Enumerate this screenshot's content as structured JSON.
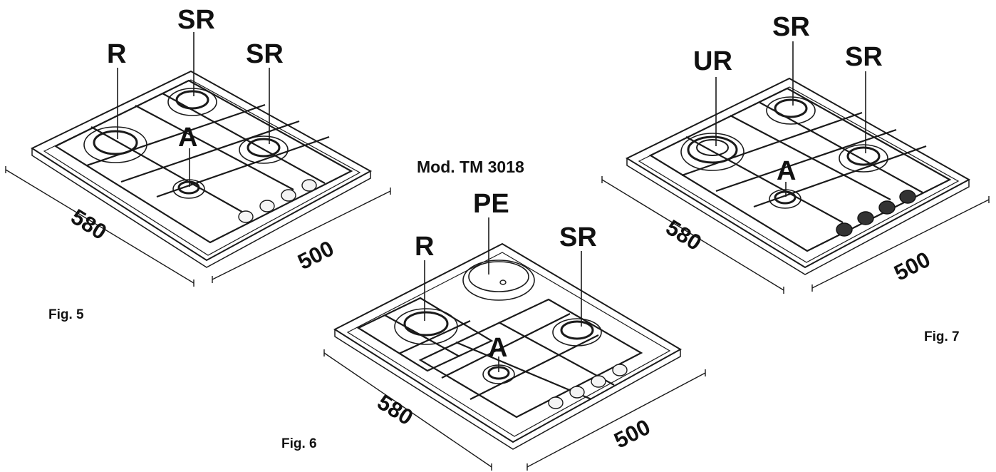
{
  "figures": [
    {
      "caption": "Fig. 5",
      "model": "",
      "depth_dim": "580",
      "width_dim": "500",
      "labels": [
        "R",
        "SR",
        "SR",
        "A"
      ],
      "knob_style": "light"
    },
    {
      "caption": "Fig. 6",
      "model": "Mod. TM 3018",
      "depth_dim": "580",
      "width_dim": "500",
      "labels": [
        "PE",
        "R",
        "SR",
        "A"
      ],
      "knob_style": "light"
    },
    {
      "caption": "Fig. 7",
      "model": "",
      "depth_dim": "580",
      "width_dim": "500",
      "labels": [
        "UR",
        "SR",
        "SR",
        "A"
      ],
      "knob_style": "dark"
    }
  ]
}
